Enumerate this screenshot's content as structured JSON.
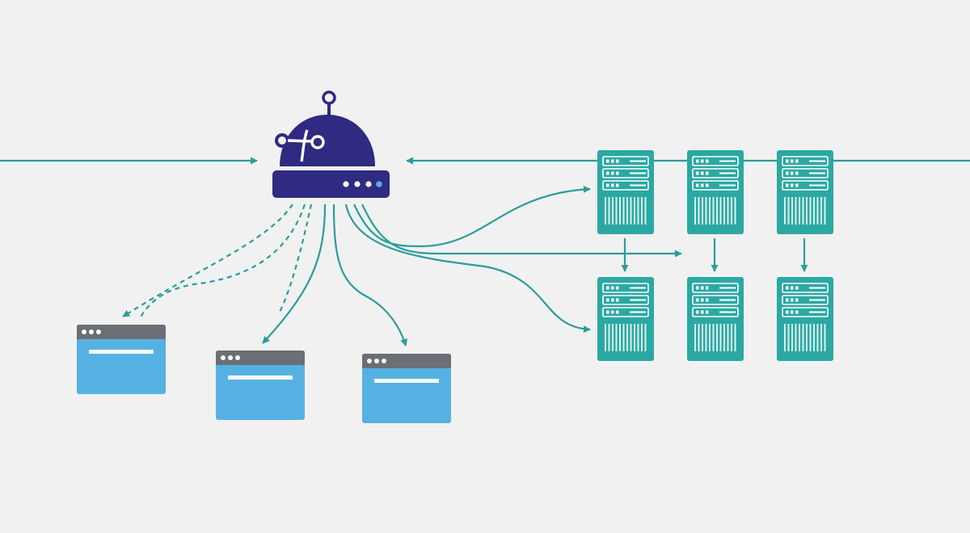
{
  "colors": {
    "background": "#f1f1f1",
    "router": "#2f2a82",
    "router_accent": "#5aa9e6",
    "link": "#2a9d9a",
    "server": "#2ba8a3",
    "server_light": "#d7f2ef",
    "client_titlebar": "#6b6f75",
    "client_body": "#56b1e3",
    "client_line": "#ffffff"
  },
  "nodes": {
    "router": {
      "icon": "router-dome-icon",
      "indicator_dots": 4
    },
    "clients": [
      {
        "id": "client-1",
        "icon": "browser-window-icon"
      },
      {
        "id": "client-2",
        "icon": "browser-window-icon"
      },
      {
        "id": "client-3",
        "icon": "browser-window-icon"
      }
    ],
    "servers": [
      {
        "id": "server-top-1",
        "row": "top",
        "icon": "server-rack-icon"
      },
      {
        "id": "server-top-2",
        "row": "top",
        "icon": "server-rack-icon"
      },
      {
        "id": "server-top-3",
        "row": "top",
        "icon": "server-rack-icon"
      },
      {
        "id": "server-bottom-1",
        "row": "bottom",
        "icon": "server-rack-icon"
      },
      {
        "id": "server-bottom-2",
        "row": "bottom",
        "icon": "server-rack-icon"
      },
      {
        "id": "server-bottom-3",
        "row": "bottom",
        "icon": "server-rack-icon"
      }
    ]
  },
  "connections": [
    {
      "from": "outside-left",
      "to": "router",
      "style": "solid"
    },
    {
      "from": "outside-right",
      "to": "router",
      "style": "solid"
    },
    {
      "from": "router",
      "to": "client-1",
      "style": "dashed"
    },
    {
      "from": "router",
      "to": "client-2",
      "style": "dashed"
    },
    {
      "from": "router",
      "to": "client-2",
      "style": "solid"
    },
    {
      "from": "router",
      "to": "client-3",
      "style": "solid"
    },
    {
      "from": "router",
      "to": "server-top-1",
      "style": "solid"
    },
    {
      "from": "router",
      "to": "server-bottom-1",
      "style": "solid"
    },
    {
      "from": "router",
      "to": "server-bottom-2",
      "style": "solid"
    },
    {
      "from": "server-top-1",
      "to": "server-bottom-1",
      "style": "solid"
    },
    {
      "from": "server-top-2",
      "to": "server-bottom-2",
      "style": "solid"
    },
    {
      "from": "server-top-3",
      "to": "server-bottom-3",
      "style": "solid"
    }
  ]
}
